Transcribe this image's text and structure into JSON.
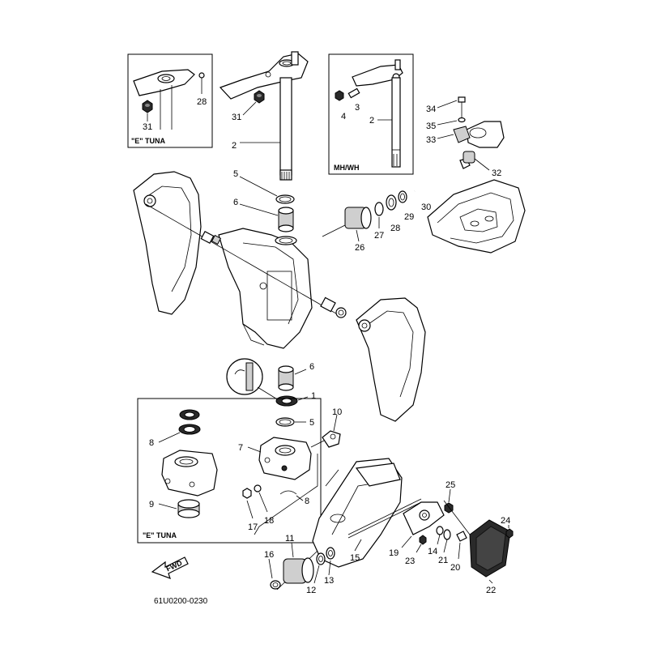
{
  "diagram": {
    "code": "61U0200-0230",
    "fwd_label": "FWD",
    "insets": {
      "tuna_top": "\"E\" TUNA",
      "mh_wh": "MH/WH",
      "tuna_bottom": "\"E\" TUNA"
    },
    "part_numbers": {
      "p1": "1",
      "p2a": "2",
      "p2b": "2",
      "p3": "3",
      "p4": "4",
      "p5a": "5",
      "p5b": "5",
      "p6a": "6",
      "p6b": "6",
      "p7": "7",
      "p8a": "8",
      "p8b": "8",
      "p9": "9",
      "p10": "10",
      "p11": "11",
      "p12": "12",
      "p13": "13",
      "p14": "14",
      "p15": "15",
      "p16": "16",
      "p17": "17",
      "p18": "18",
      "p19": "19",
      "p20": "20",
      "p21": "21",
      "p22": "22",
      "p23": "23",
      "p24": "24",
      "p25": "25",
      "p26": "26",
      "p27": "27",
      "p28a": "28",
      "p28b": "28",
      "p29": "29",
      "p30": "30",
      "p31a": "31",
      "p31b": "31",
      "p32": "32",
      "p33": "33",
      "p34": "34",
      "p35": "35"
    }
  }
}
